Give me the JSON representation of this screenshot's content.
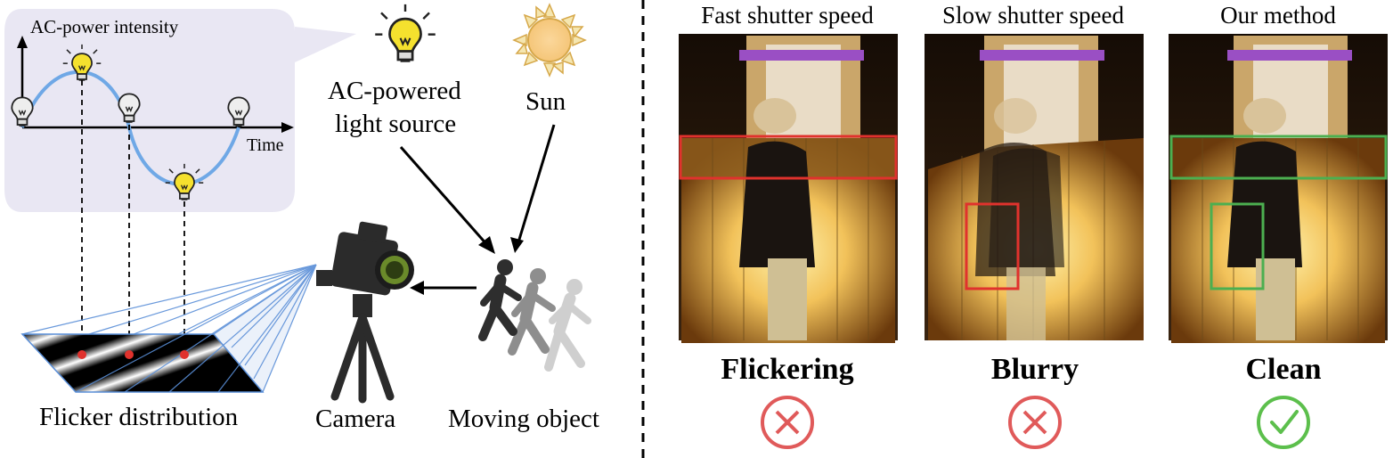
{
  "left": {
    "graph_axis_label": "AC-power intensity",
    "graph_time_label": "Time",
    "light_source_label_line1": "AC-powered",
    "light_source_label_line2": "light source",
    "sun_label": "Sun",
    "flicker_label": "Flicker distribution",
    "camera_label": "Camera",
    "moving_object_label": "Moving object"
  },
  "right": {
    "panels": [
      {
        "title": "Fast shutter speed",
        "verdict": "Flickering",
        "status": "bad"
      },
      {
        "title": "Slow shutter speed",
        "verdict": "Blurry",
        "status": "bad"
      },
      {
        "title": "Our method",
        "verdict": "Clean",
        "status": "good"
      }
    ]
  },
  "colors": {
    "bulb_on": "#f5e12e",
    "wave": "#6fa8e6",
    "graph_bg": "#e9e7f3",
    "frustum": "#5a8fd8",
    "bad": "#e05a5a",
    "good": "#5cbf4c",
    "red_box": "#e0322d",
    "green_box": "#4caf50"
  }
}
